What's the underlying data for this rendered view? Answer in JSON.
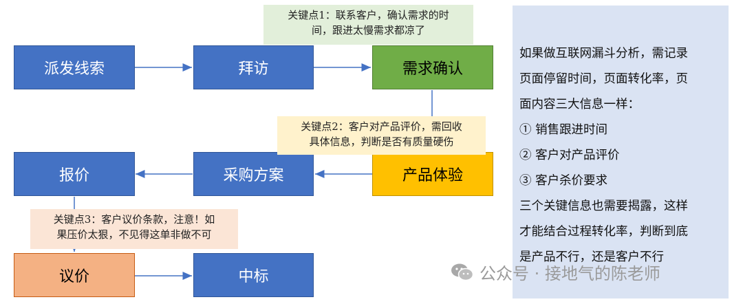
{
  "nodes": {
    "paifa": "派发线索",
    "baifang": "拜访",
    "xuqiu": "需求确认",
    "tiyan": "产品体验",
    "caigou": "采购方案",
    "baojia": "报价",
    "yijia": "议价",
    "zhongbiao": "中标"
  },
  "notes": {
    "note1_line1": "关键点1：联系客户，确认需求的时",
    "note1_line2": "间，跟进太慢需求都凉了",
    "note2_line1": "关键点2：客户对产品评价，需回收",
    "note2_line2": "具体信息，判断是否有质量硬伤",
    "note3_line1": "关键点3：客户议价条款，注意！如",
    "note3_line2": "果压价太狠，不见得这单非做不可"
  },
  "panel": {
    "lines": [
      "如果做互联网漏斗分析，需记录",
      "页面停留时间，页面转化率，页",
      "面内容三大信息一样：",
      "①  销售跟进时间",
      "②  客户对产品评价",
      "③  客户杀价要求",
      "三个关键信息也需要揭露，这样",
      "才能结合过程转化率，判断到底",
      "是产品不行，还是客户不行"
    ]
  },
  "watermark": {
    "text": "公众号 · 接地气的陈老师"
  },
  "colors": {
    "node_blue": "#4472c4",
    "node_green": "#70ad47",
    "node_yellow": "#ffc000",
    "node_orange": "#f4b183",
    "arrow": "#4472c4",
    "panel_bg": "#dae3f3"
  }
}
